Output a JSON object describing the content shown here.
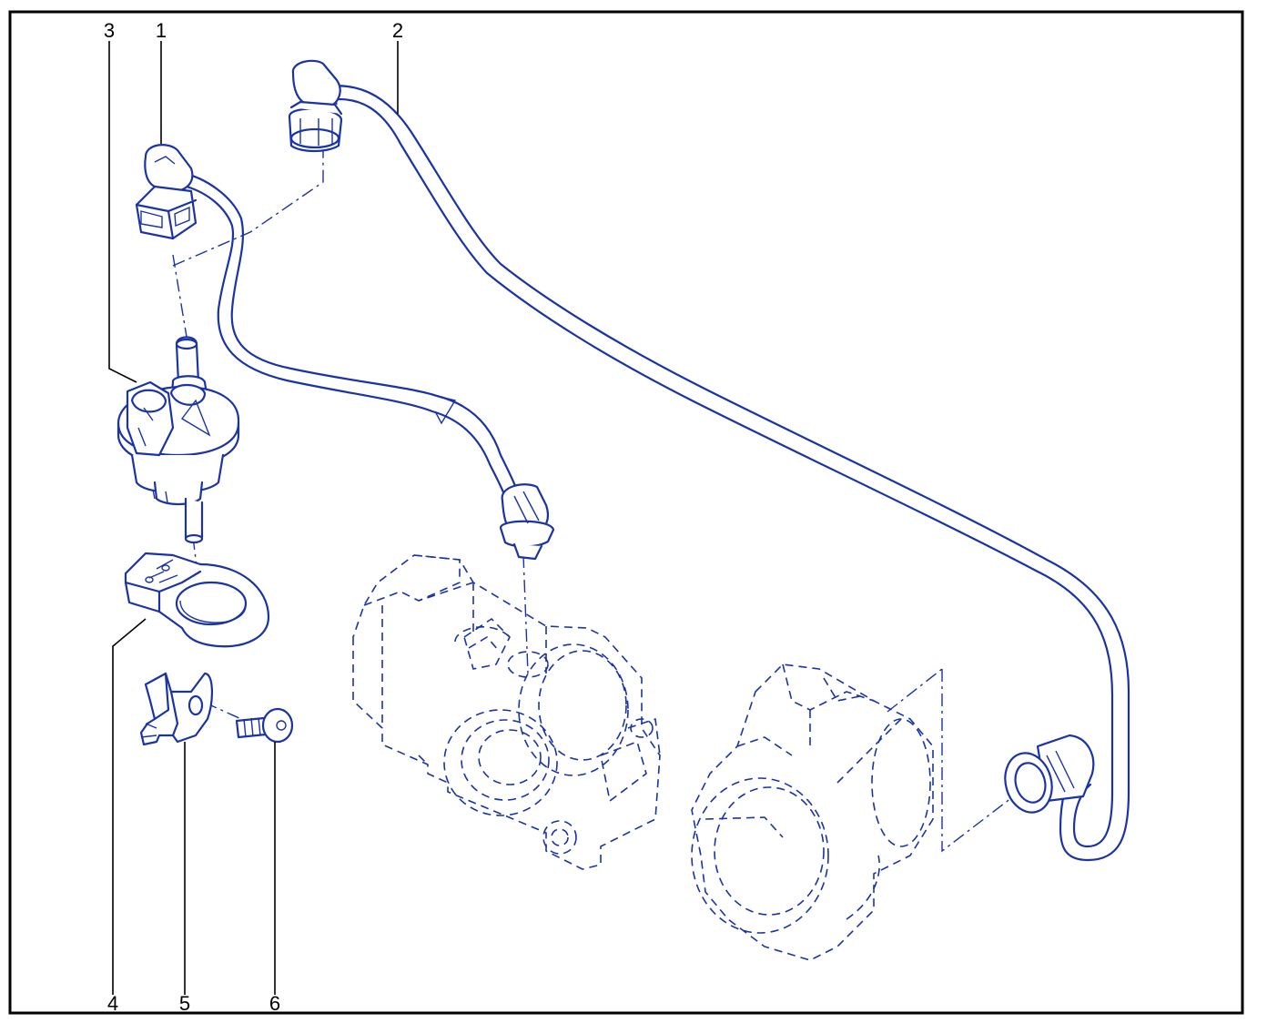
{
  "callouts": [
    {
      "id": "1",
      "label": "1"
    },
    {
      "id": "2",
      "label": "2"
    },
    {
      "id": "3",
      "label": "3"
    },
    {
      "id": "4",
      "label": "4"
    },
    {
      "id": "5",
      "label": "5"
    },
    {
      "id": "6",
      "label": "6"
    }
  ],
  "colors": {
    "line": "#1a33a6",
    "callout": "#000000",
    "frame": "#000000",
    "background": "#ffffff"
  }
}
